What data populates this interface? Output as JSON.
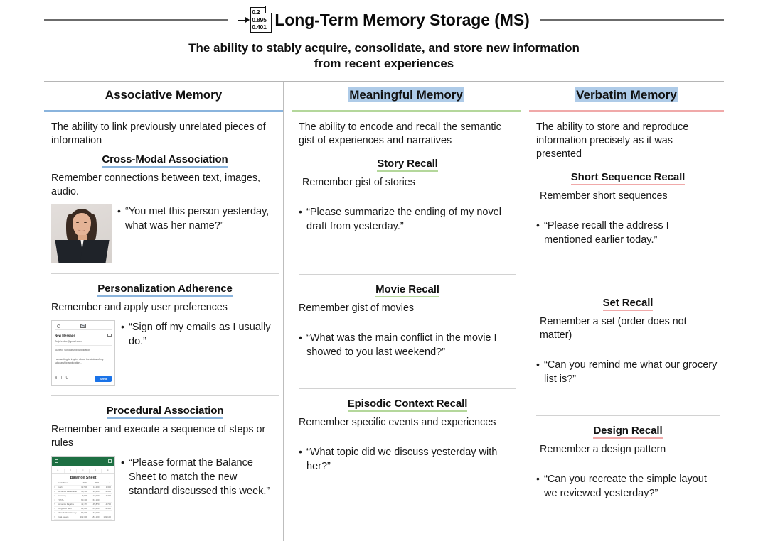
{
  "header": {
    "icon": {
      "name": "document-values-icon",
      "values": [
        "0.2",
        "0.895",
        "0.401"
      ]
    },
    "title": "Long-Term Memory Storage (MS)",
    "subtitle_line1": "The ability to stably acquire, consolidate, and store new information",
    "subtitle_line2": "from recent experiences"
  },
  "colors": {
    "associative_accent": "#8ab4dd",
    "meaningful_accent": "#b4d79b",
    "verbatim_accent": "#f0a9a9",
    "highlight": "#aecbe8",
    "send_button": "#1a73e8",
    "sheet_green": "#1d6f42"
  },
  "columns": [
    {
      "id": "associative-memory",
      "title": "Associative Memory",
      "highlighted": false,
      "accent": "#8ab4dd",
      "intro": "The ability to link previously unrelated pieces of information",
      "sections": [
        {
          "id": "cross-modal-association",
          "heading": "Cross-Modal Association",
          "description": "Remember connections between text, images, audio.",
          "quote": "“You met this person yesterday, what was her name?”",
          "thumb": "portrait-photo"
        },
        {
          "id": "personalization-adherence",
          "heading": "Personalization Adherence",
          "description": "Remember and apply user preferences",
          "quote": "“Sign off my emails as I usually do.”",
          "thumb": "email-compose-screenshot"
        },
        {
          "id": "procedural-association",
          "heading": "Procedural Association",
          "description": "Remember and execute a sequence of steps or rules",
          "quote": "“Please format the Balance Sheet to match the new standard discussed this week.”",
          "thumb": "spreadsheet-screenshot"
        }
      ]
    },
    {
      "id": "meaningful-memory",
      "title": "Meaningful Memory",
      "highlighted": true,
      "accent": "#b4d79b",
      "intro": "The ability to encode and recall the semantic gist of experiences and narratives",
      "sections": [
        {
          "id": "story-recall",
          "heading": "Story Recall",
          "description": "Remember gist of stories",
          "quote": "“Please summarize the ending of my novel draft from yesterday.”",
          "thumb": null
        },
        {
          "id": "movie-recall",
          "heading": "Movie Recall",
          "description": "Remember gist of movies",
          "quote": "“What was the main conflict in the movie I showed to you last weekend?”",
          "thumb": null
        },
        {
          "id": "episodic-context-recall",
          "heading": "Episodic Context Recall",
          "description": "Remember specific events and experiences",
          "quote": "“What topic did we discuss yesterday with her?”",
          "thumb": null
        }
      ]
    },
    {
      "id": "verbatim-memory",
      "title": "Verbatim Memory",
      "highlighted": true,
      "accent": "#f0a9a9",
      "intro": "The ability to store and reproduce information precisely as it was presented",
      "sections": [
        {
          "id": "short-sequence-recall",
          "heading": "Short Sequence Recall",
          "description": "Remember short sequences",
          "quote": "“Please recall the address I mentioned earlier today.”",
          "thumb": null
        },
        {
          "id": "set-recall",
          "heading": "Set Recall",
          "description": "Remember a set (order does not matter)",
          "quote": "“Can you remind me what our grocery list is?”",
          "thumb": null
        },
        {
          "id": "design-recall",
          "heading": "Design Recall",
          "description": "Remember a design pattern",
          "quote": "“Can you recreate the simple layout we reviewed yesterday?”",
          "thumb": null
        }
      ]
    }
  ],
  "email_mock": {
    "title": "New Message",
    "to": "To    johndoe@gmail.com",
    "subject": "Subject   Scholarship Application",
    "body": "I am writing to inquire about the status of my scholarship application...",
    "tools": "B  I  U",
    "send_label": "Send"
  },
  "sheet_mock": {
    "title": "Balance Sheet",
    "col_letters": [
      "A",
      "B",
      "C",
      "D",
      "E"
    ],
    "header_years": [
      "2022",
      "2021",
      "+/-"
    ],
    "rows": [
      {
        "n": "",
        "label": "Cash Flow",
        "v": [
          "2022",
          "2021",
          "+/-"
        ]
      },
      {
        "n": "1",
        "label": "Cash",
        "v": [
          "12,500",
          "11,200",
          "1,300"
        ]
      },
      {
        "n": "2",
        "label": "Accounts Receivable",
        "v": [
          "38,100",
          "39,400",
          "-1,300"
        ]
      },
      {
        "n": "3",
        "label": "Inventory",
        "v": [
          "9,800",
          "13,000",
          "-3,200"
        ]
      },
      {
        "n": "4",
        "label": "TOTAL",
        "v": [
          "60,400",
          "64,100",
          ""
        ]
      },
      {
        "n": "5",
        "label": "Accounts Payable",
        "v": [
          "42,170",
          "45,870",
          "-3,700"
        ]
      },
      {
        "n": "6",
        "label": "Long-term debt",
        "v": [
          "81,000",
          "85,400",
          "-4,400"
        ]
      },
      {
        "n": "7",
        "label": "Shareholders' Equity",
        "v": [
          "83,000",
          "71,000",
          ""
        ]
      },
      {
        "n": "8",
        "label": "Total Assets",
        "v": [
          "212,000",
          "184,100",
          "182,100"
        ]
      },
      {
        "n": "9",
        "label": "Total Liabilities",
        "v": [
          "155,170",
          "165,200",
          "166,220"
        ]
      },
      {
        "n": "10",
        "label": "Total Equity",
        "v": [
          "88,480",
          "71,600",
          ""
        ]
      }
    ]
  }
}
